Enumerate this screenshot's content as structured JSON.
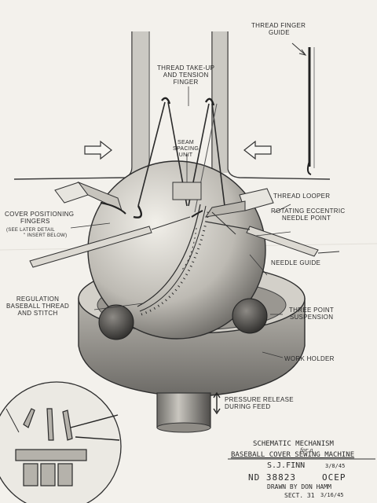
{
  "labels": {
    "thread_finger_guide": [
      "THREAD FINGER",
      "GUIDE"
    ],
    "thread_take_up": [
      "THREAD TAKE-UP",
      "AND TENSION",
      "FINGER"
    ],
    "seam_spacing": [
      "SEAM",
      "SPACING",
      "UNIT"
    ],
    "thread_looper": "THREAD LOOPER",
    "cover_positioning": [
      "COVER POSITIONING",
      "FINGERS"
    ],
    "see_later": [
      "(SEE LATER DETAIL",
      "\" INSERT BELOW)"
    ],
    "rotating_eccentric": [
      "ROTATING ECCENTRIC",
      "NEEDLE POINT"
    ],
    "needle_guide": "NEEDLE GUIDE",
    "regulation": [
      "REGULATION",
      "BASEBALL THREAD",
      "AND STITCH"
    ],
    "three_point": [
      "THREE POINT",
      "SUSPENSION"
    ],
    "work_holder": "WORK HOLDER",
    "pressure_release": [
      "PRESSURE RELEASE",
      "DURING FEED"
    ]
  },
  "title_block": {
    "line1": "SCHEMATIC MECHANISM",
    "for_a": "for a",
    "line2": "BASEBALL COVER SEWING MACHINE",
    "inventor": "S.J.FINN",
    "inventor_date": "3/8/45",
    "number": "ND 38823",
    "code": "OCEP",
    "drawn_by": "DRAWN BY DON HAMM",
    "sect": "SECT. 31",
    "sect_date": "3/16/45"
  },
  "colors": {
    "paper": "#f3f1ec",
    "ink": "#2a2a2a",
    "shade": "#8a8a8a"
  }
}
